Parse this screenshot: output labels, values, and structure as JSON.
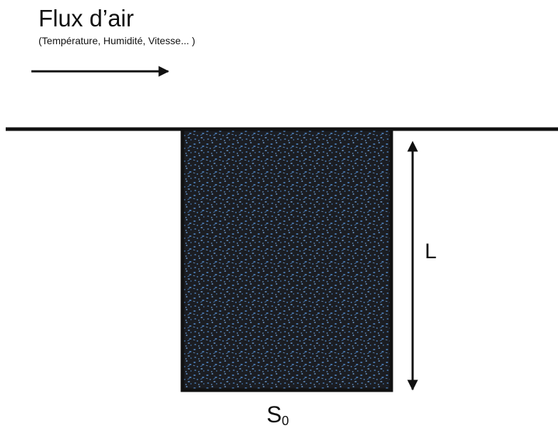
{
  "title": "Flux d’air",
  "subtitle": "(Température, Humidité, Vitesse... )",
  "length_label": "L",
  "bottom_label": {
    "main": "S",
    "subscript": "0"
  },
  "colors": {
    "line": "#111111",
    "pore": "#1b1d22",
    "grain": "#4f86c6",
    "grain_light": "#6ea0d8"
  },
  "icons": {
    "flow_arrow": "arrow-right",
    "length_arrow": "double-arrow-vertical",
    "sample": "porous-medium-texture"
  }
}
